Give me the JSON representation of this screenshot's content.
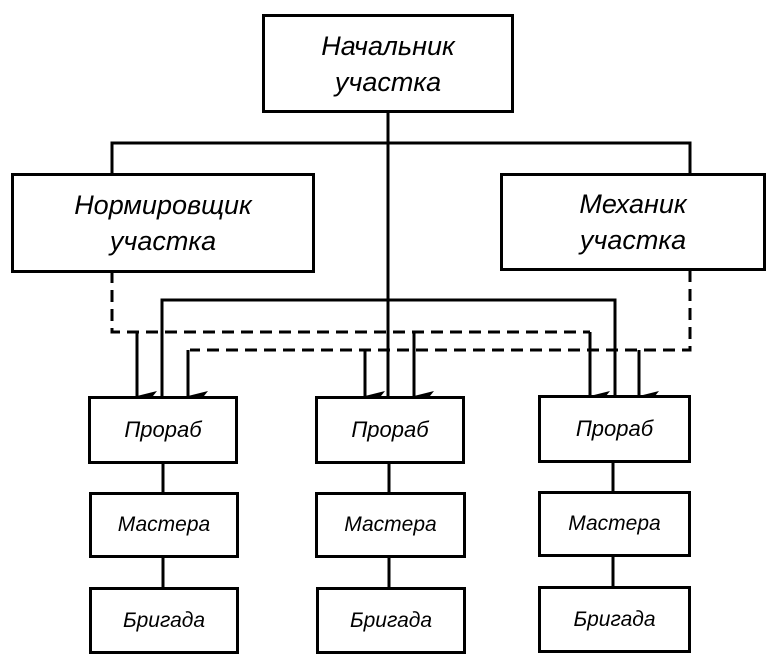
{
  "diagram": {
    "title": "Organizational structure of a construction site",
    "colors": {
      "line": "#000000",
      "background": "#ffffff"
    },
    "nodes": {
      "head": {
        "line1": "Начальник",
        "line2": "участка"
      },
      "normer": {
        "line1": "Нормировщик",
        "line2": "участка"
      },
      "mechanic": {
        "line1": "Механик",
        "line2": "участка"
      },
      "columns": [
        {
          "foreman": "Прораб",
          "masters": "Мастера",
          "brigade": "Бригада"
        },
        {
          "foreman": "Прораб",
          "masters": "Мастера",
          "brigade": "Бригада"
        },
        {
          "foreman": "Прораб",
          "masters": "Мастера",
          "brigade": "Бригада"
        }
      ]
    },
    "edges": [
      {
        "from": "head",
        "to": "normer",
        "style": "solid"
      },
      {
        "from": "head",
        "to": "mechanic",
        "style": "solid"
      },
      {
        "from": "head",
        "to": "foreman-1",
        "style": "solid"
      },
      {
        "from": "head",
        "to": "foreman-2",
        "style": "solid"
      },
      {
        "from": "head",
        "to": "foreman-3",
        "style": "solid"
      },
      {
        "from": "normer",
        "to": "foreman-1",
        "style": "dashed-arrow"
      },
      {
        "from": "normer",
        "to": "foreman-2",
        "style": "dashed-arrow"
      },
      {
        "from": "normer",
        "to": "foreman-3",
        "style": "dashed-arrow"
      },
      {
        "from": "mechanic",
        "to": "foreman-1",
        "style": "dashed-arrow"
      },
      {
        "from": "mechanic",
        "to": "foreman-2",
        "style": "dashed-arrow"
      },
      {
        "from": "mechanic",
        "to": "foreman-3",
        "style": "dashed-arrow"
      },
      {
        "from": "foreman",
        "to": "masters",
        "style": "solid"
      },
      {
        "from": "masters",
        "to": "brigade",
        "style": "solid"
      }
    ]
  }
}
